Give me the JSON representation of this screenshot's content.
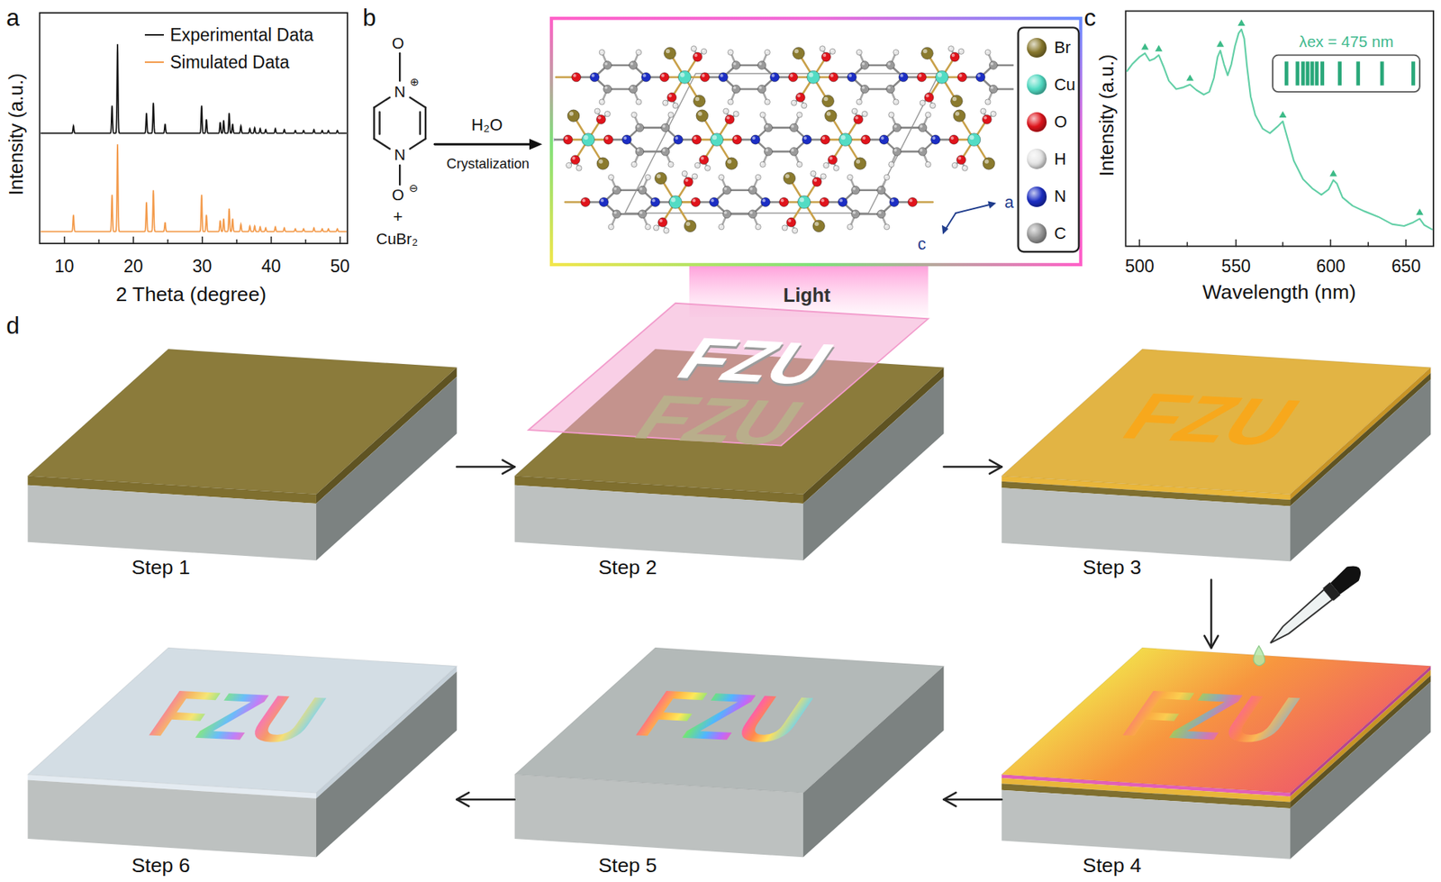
{
  "diagram": {
    "nodes": [
      {
        "text": [
          "Step 1"
        ]
      },
      {
        "text": [
          "Step 2"
        ]
      },
      {
        "text": [
          "Step 3"
        ]
      },
      {
        "text": [
          "Step 4"
        ]
      },
      {
        "text": [
          "Step 5"
        ]
      },
      {
        "text": [
          "Step 6"
        ]
      }
    ],
    "edges": [
      {
        "from": 0,
        "to": 1,
        "arrow": "to"
      },
      {
        "from": 1,
        "to": 2,
        "arrow": "to"
      },
      {
        "from": 2,
        "to": 3,
        "arrow": "to"
      },
      {
        "from": 3,
        "to": 4,
        "arrow": "to"
      },
      {
        "from": 4,
        "to": 5,
        "arrow": "to"
      }
    ],
    "labels": [
      "a",
      "Intensity (a.u.)",
      "10",
      "20",
      "30",
      "40",
      "50",
      "2 Theta (degree)",
      "b",
      "O",
      "N",
      "⊕",
      "N",
      "O",
      "⊖",
      "+",
      "CuBr₂",
      "H₂O",
      "Crystalization",
      "a",
      "c",
      "c",
      "λex = 475 nm",
      "Intensity (a.u.)",
      "500",
      "550",
      "600",
      "650",
      "Wavelength (nm)",
      "Light",
      "d",
      "FZU",
      "FZU",
      "FZU",
      "FZU",
      "FZU",
      "FZU"
    ],
    "legend": [
      {
        "text": "Experimental Data"
      },
      {
        "text": "Simulated Data"
      },
      {
        "text": "Br",
        "color": "#8a7a2e"
      },
      {
        "text": "Cu",
        "color": "#52dcc4"
      },
      {
        "text": "O",
        "color": "#e0141c"
      },
      {
        "text": "H",
        "color": "#e6e6e6"
      },
      {
        "text": "N",
        "color": "#1c2ec4"
      },
      {
        "text": "C",
        "color": "#9a9a9a"
      }
    ]
  }
}
